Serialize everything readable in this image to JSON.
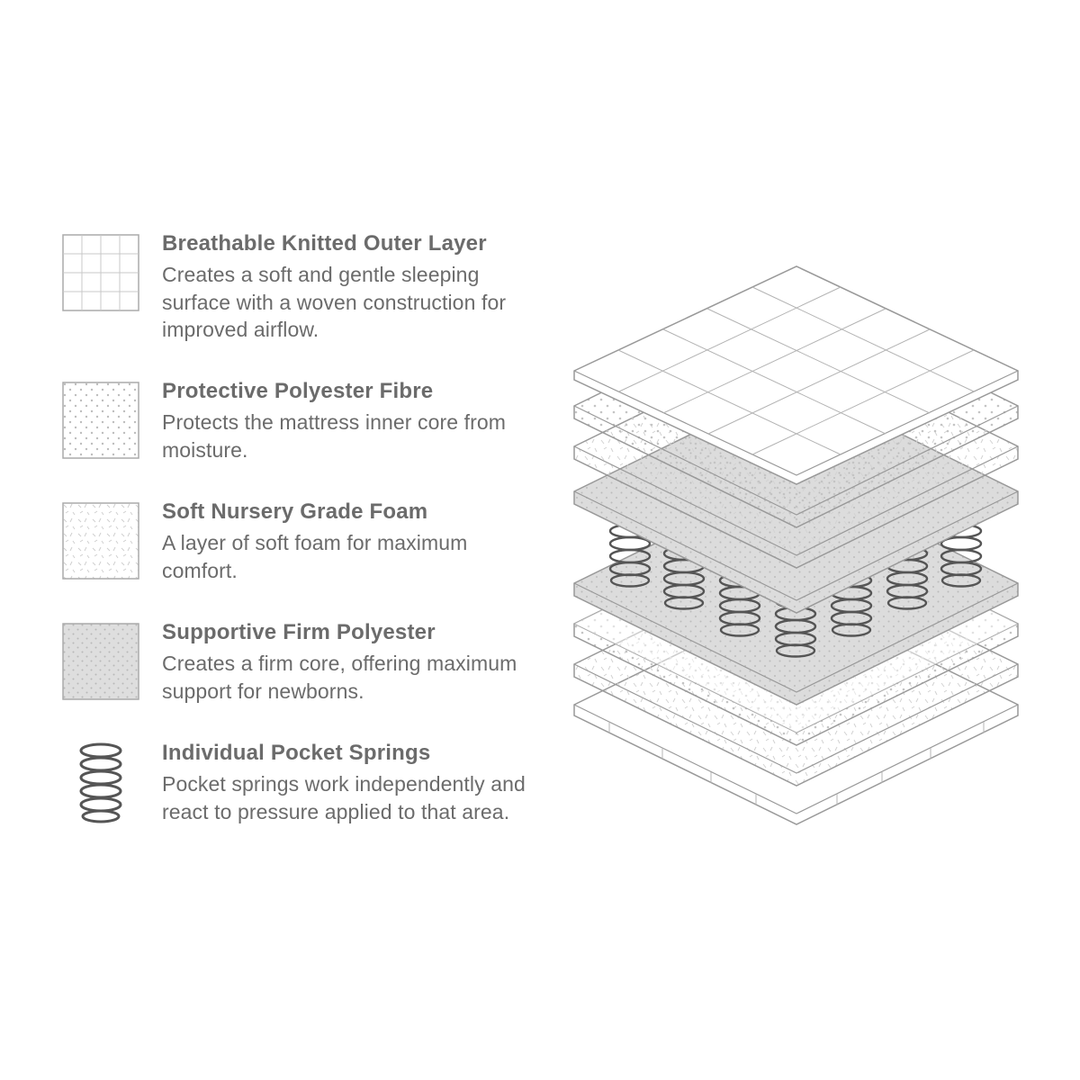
{
  "layers": [
    {
      "title": "Breathable Knitted Outer Layer",
      "description": "Creates a soft and gentle sleeping surface with a woven construction for improved airflow.",
      "pattern": "grid-icon"
    },
    {
      "title": "Protective Polyester Fibre",
      "description": "Protects the mattress inner core from moisture.",
      "pattern": "dots-icon"
    },
    {
      "title": "Soft Nursery Grade Foam",
      "description": "A layer of soft foam for maximum comfort.",
      "pattern": "dashes-icon"
    },
    {
      "title": "Supportive Firm Polyester",
      "description": "Creates a firm core, offering maximum support for newborns.",
      "pattern": "grey-dots-icon"
    },
    {
      "title": "Individual Pocket Springs",
      "description": "Pocket springs work independently and react to pressure applied to that area.",
      "pattern": "spring-icon"
    }
  ],
  "colors": {
    "text": "#6b6b6b",
    "outline": "#9a9a9a",
    "firm_fill": "#dcdcdc",
    "spring": "#555555"
  }
}
